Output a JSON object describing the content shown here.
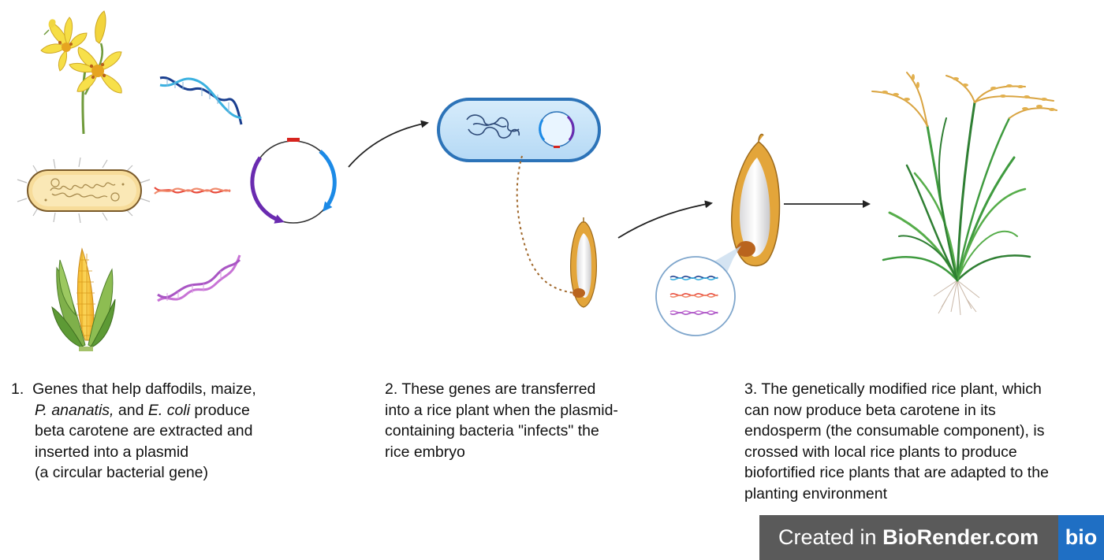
{
  "steps": [
    {
      "id": "step1",
      "lines": [
        {
          "num": "1.",
          "text": "Genes that help daffodils, maize,"
        },
        {
          "parts": [
            {
              "t": "P. ananatis,",
              "i": true
            },
            {
              "t": " and ",
              "i": false
            },
            {
              "t": "E. coli",
              "i": true
            },
            {
              "t": " produce",
              "i": false
            }
          ]
        },
        {
          "text": "beta carotene are extracted and"
        },
        {
          "text": "inserted into a plasmid"
        },
        {
          "text": "(a circular bacterial gene)"
        }
      ]
    },
    {
      "id": "step2",
      "lines": [
        "2. These genes are transferred",
        "into a rice plant when the plasmid-",
        "containing bacteria \"infects\" the",
        "rice embryo"
      ]
    },
    {
      "id": "step3",
      "lines": [
        "3. The genetically modified rice plant, which",
        "can now produce beta carotene in its",
        "endosperm (the consumable component), is",
        "crossed with local rice plants to produce",
        "biofortified rice plants that are adapted to the",
        "planting environment"
      ]
    }
  ],
  "badge": {
    "prefix": "Created in ",
    "brand": "BioRender.com",
    "logo": "bio"
  },
  "icons": [
    "daffodil-icon",
    "bacterium-icon",
    "maize-icon",
    "dna-strand-icon",
    "plasmid-icon",
    "bacterial-cell-icon",
    "rice-grain-icon",
    "gene-inset-icon",
    "rice-plant-icon",
    "arrow-icon"
  ],
  "colors": {
    "dna_blue_dark": "#1a3f8f",
    "dna_blue_light": "#3bb1e0",
    "dna_red": "#e8493a",
    "dna_pink": "#c873d6",
    "plasmid_purple": "#6a2bb0",
    "plasmid_blue": "#1c8ae6",
    "plasmid_red": "#d6241e",
    "grain_brown": "#c88a2b",
    "plant_green": "#3f9b3f",
    "panicle_gold": "#d9a441",
    "badge_gray": "#5a5a5a",
    "badge_blue": "#1f6fc4"
  }
}
